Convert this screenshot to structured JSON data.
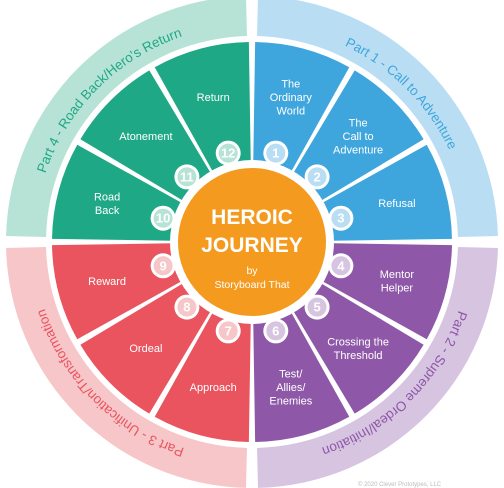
{
  "center": {
    "title_line1": "HEROIC",
    "title_line2": "JOURNEY",
    "by": "by",
    "author": "Storyboard That"
  },
  "colors": {
    "part1": "#3fa6dd",
    "part1_light": "#b9def4",
    "part1_text": "#3fa6dd",
    "part2": "#8e57a8",
    "part2_light": "#d6c4e0",
    "part2_text": "#8e57a8",
    "part3": "#e9545f",
    "part3_light": "#f6c6c8",
    "part3_text": "#e9545f",
    "part4": "#1fa886",
    "part4_light": "#b7e3d6",
    "part4_text": "#1fa886",
    "center": "#f49a1f"
  },
  "parts": [
    {
      "label": "Part 1 - Call to Adventure",
      "color_key": "part1"
    },
    {
      "label": "Part 2 - Supreme Ordeal/Initiation",
      "color_key": "part2"
    },
    {
      "label": "Part 3 - Unification/Transformation",
      "color_key": "part3"
    },
    {
      "label": "Part 4 - Road Back/Hero's Return",
      "color_key": "part4"
    }
  ],
  "steps": [
    {
      "number": "1",
      "lines": [
        "The",
        "Ordinary",
        "World"
      ]
    },
    {
      "number": "2",
      "lines": [
        "The",
        "Call to",
        "Adventure"
      ]
    },
    {
      "number": "3",
      "lines": [
        "Refusal"
      ]
    },
    {
      "number": "4",
      "lines": [
        "Mentor",
        "Helper"
      ]
    },
    {
      "number": "5",
      "lines": [
        "Crossing the",
        "Threshold"
      ]
    },
    {
      "number": "6",
      "lines": [
        "Test/",
        "Allies/",
        "Enemies"
      ]
    },
    {
      "number": "7",
      "lines": [
        "Approach"
      ]
    },
    {
      "number": "8",
      "lines": [
        "Ordeal"
      ]
    },
    {
      "number": "9",
      "lines": [
        "Reward"
      ]
    },
    {
      "number": "10",
      "lines": [
        "Road",
        "Back"
      ]
    },
    {
      "number": "11",
      "lines": [
        "Atonement"
      ]
    },
    {
      "number": "12",
      "lines": [
        "Return"
      ]
    }
  ],
  "footer": {
    "copyright": "© 2020 Clever Prototypes, LLC"
  }
}
